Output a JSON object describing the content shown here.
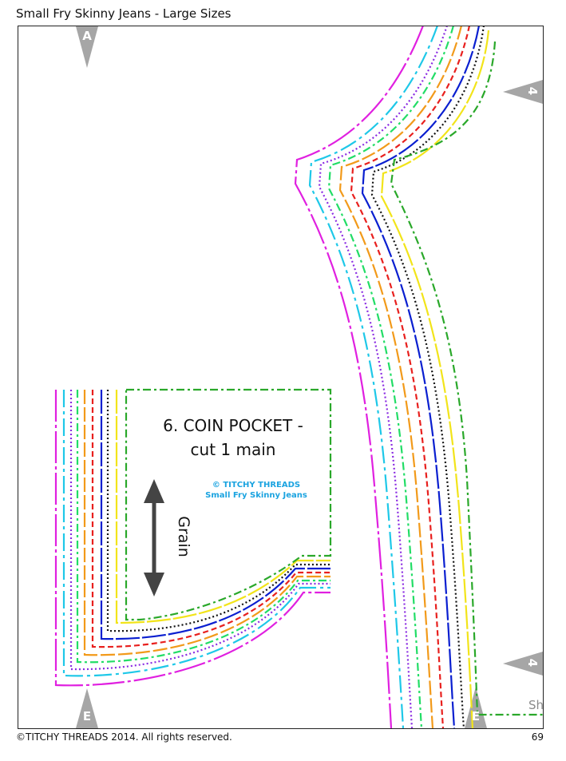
{
  "header": {
    "title": "Small Fry Skinny Jeans - Large Sizes"
  },
  "pocket": {
    "title_line1": "6. COIN POCKET -",
    "title_line2": "cut 1 main",
    "copyright_line1": "© TITCHY THREADS",
    "copyright_line2": "Small Fry Skinny Jeans",
    "grain_label": "Grain"
  },
  "markers": {
    "top_left": "A",
    "bottom_left": "E",
    "bottom_right": "E",
    "right_upper": "4",
    "right_lower": "4",
    "edge_fragment": "Sh"
  },
  "footer": {
    "copyright": "©TITCHY THREADS 2014. All rights reserved.",
    "page_number": "69"
  },
  "size_line_colors": [
    "#e020e0",
    "#1ec8e8",
    "#8a2be2",
    "#22dd66",
    "#f29a1a",
    "#e8201e",
    "#0a1fd0",
    "#111111",
    "#f2e41a",
    "#2aa82a"
  ],
  "marker_color": "#a6a6a6",
  "grain_arrow_color": "#444444",
  "copyright_color": "#1aa3e0"
}
